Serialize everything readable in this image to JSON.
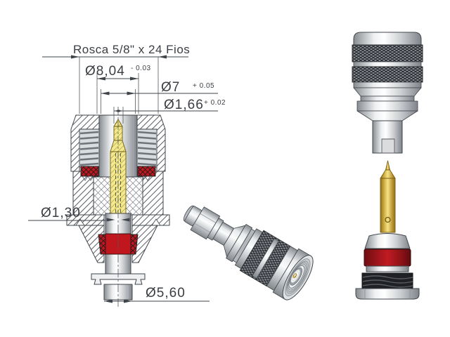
{
  "page": {
    "background": "#ffffff",
    "description_views": {
      "left": "cross-section-view",
      "center": "isometric-view",
      "right": "exploded-view"
    }
  },
  "dimensions": {
    "thread_label": "Rosca 5/8\" x 24 Fios",
    "dia_804": "Ø8,04",
    "dia_804_tol": "- 0.03",
    "dia_7": "Ø7",
    "dia_7_tol": "+ 0.05",
    "dia_166": "Ø1,66",
    "dia_166_tol": "+ 0.02",
    "dia_130": "Ø1,30",
    "dia_560": "Ø5,60"
  },
  "colors": {
    "line": "#3f444a",
    "dim_text": "#3a3e43",
    "pin_gold": "#f3e992",
    "gold_dark": "#8f701c",
    "seal_red": "#c0171e",
    "gasket_dark_red": "#a9161d",
    "metal_light": "#f2f3f4",
    "metal_mid": "#c7cacc",
    "knurl_dark": "#24262a",
    "thread_black": "#1f2124"
  }
}
